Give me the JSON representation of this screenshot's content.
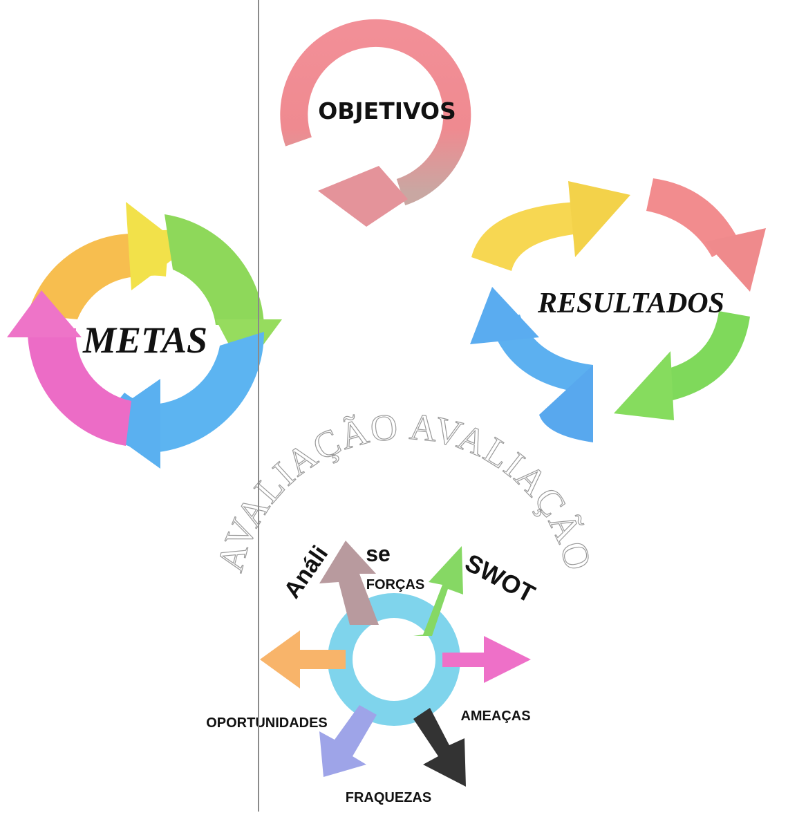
{
  "objetivos": {
    "label": "OBJETIVOS"
  },
  "metas": {
    "label": "METAS"
  },
  "resultados": {
    "label": "RESULTADOS"
  },
  "swot": {
    "arc_text": "AVALIAÇÃO AVALIAÇÃO",
    "title_parts": [
      "Análi",
      "se",
      "SWOT"
    ],
    "forcas": "FORÇAS",
    "oportunidades": "OPORTUNIDADES",
    "ameacas": "AMEAÇAS",
    "fraquezas": "FRAQUEZAS"
  },
  "colors": {
    "pink_arrow": "#f08a8e",
    "yellow": "#f5d94a",
    "orange": "#f7b25a",
    "green": "#88d65e",
    "blue": "#5aa9ee",
    "magenta": "#ee6fc4",
    "ring_cyan": "#7fd4ec",
    "mauve": "#b89a9e",
    "lavender": "#9fa3e6",
    "dark": "#333333"
  }
}
